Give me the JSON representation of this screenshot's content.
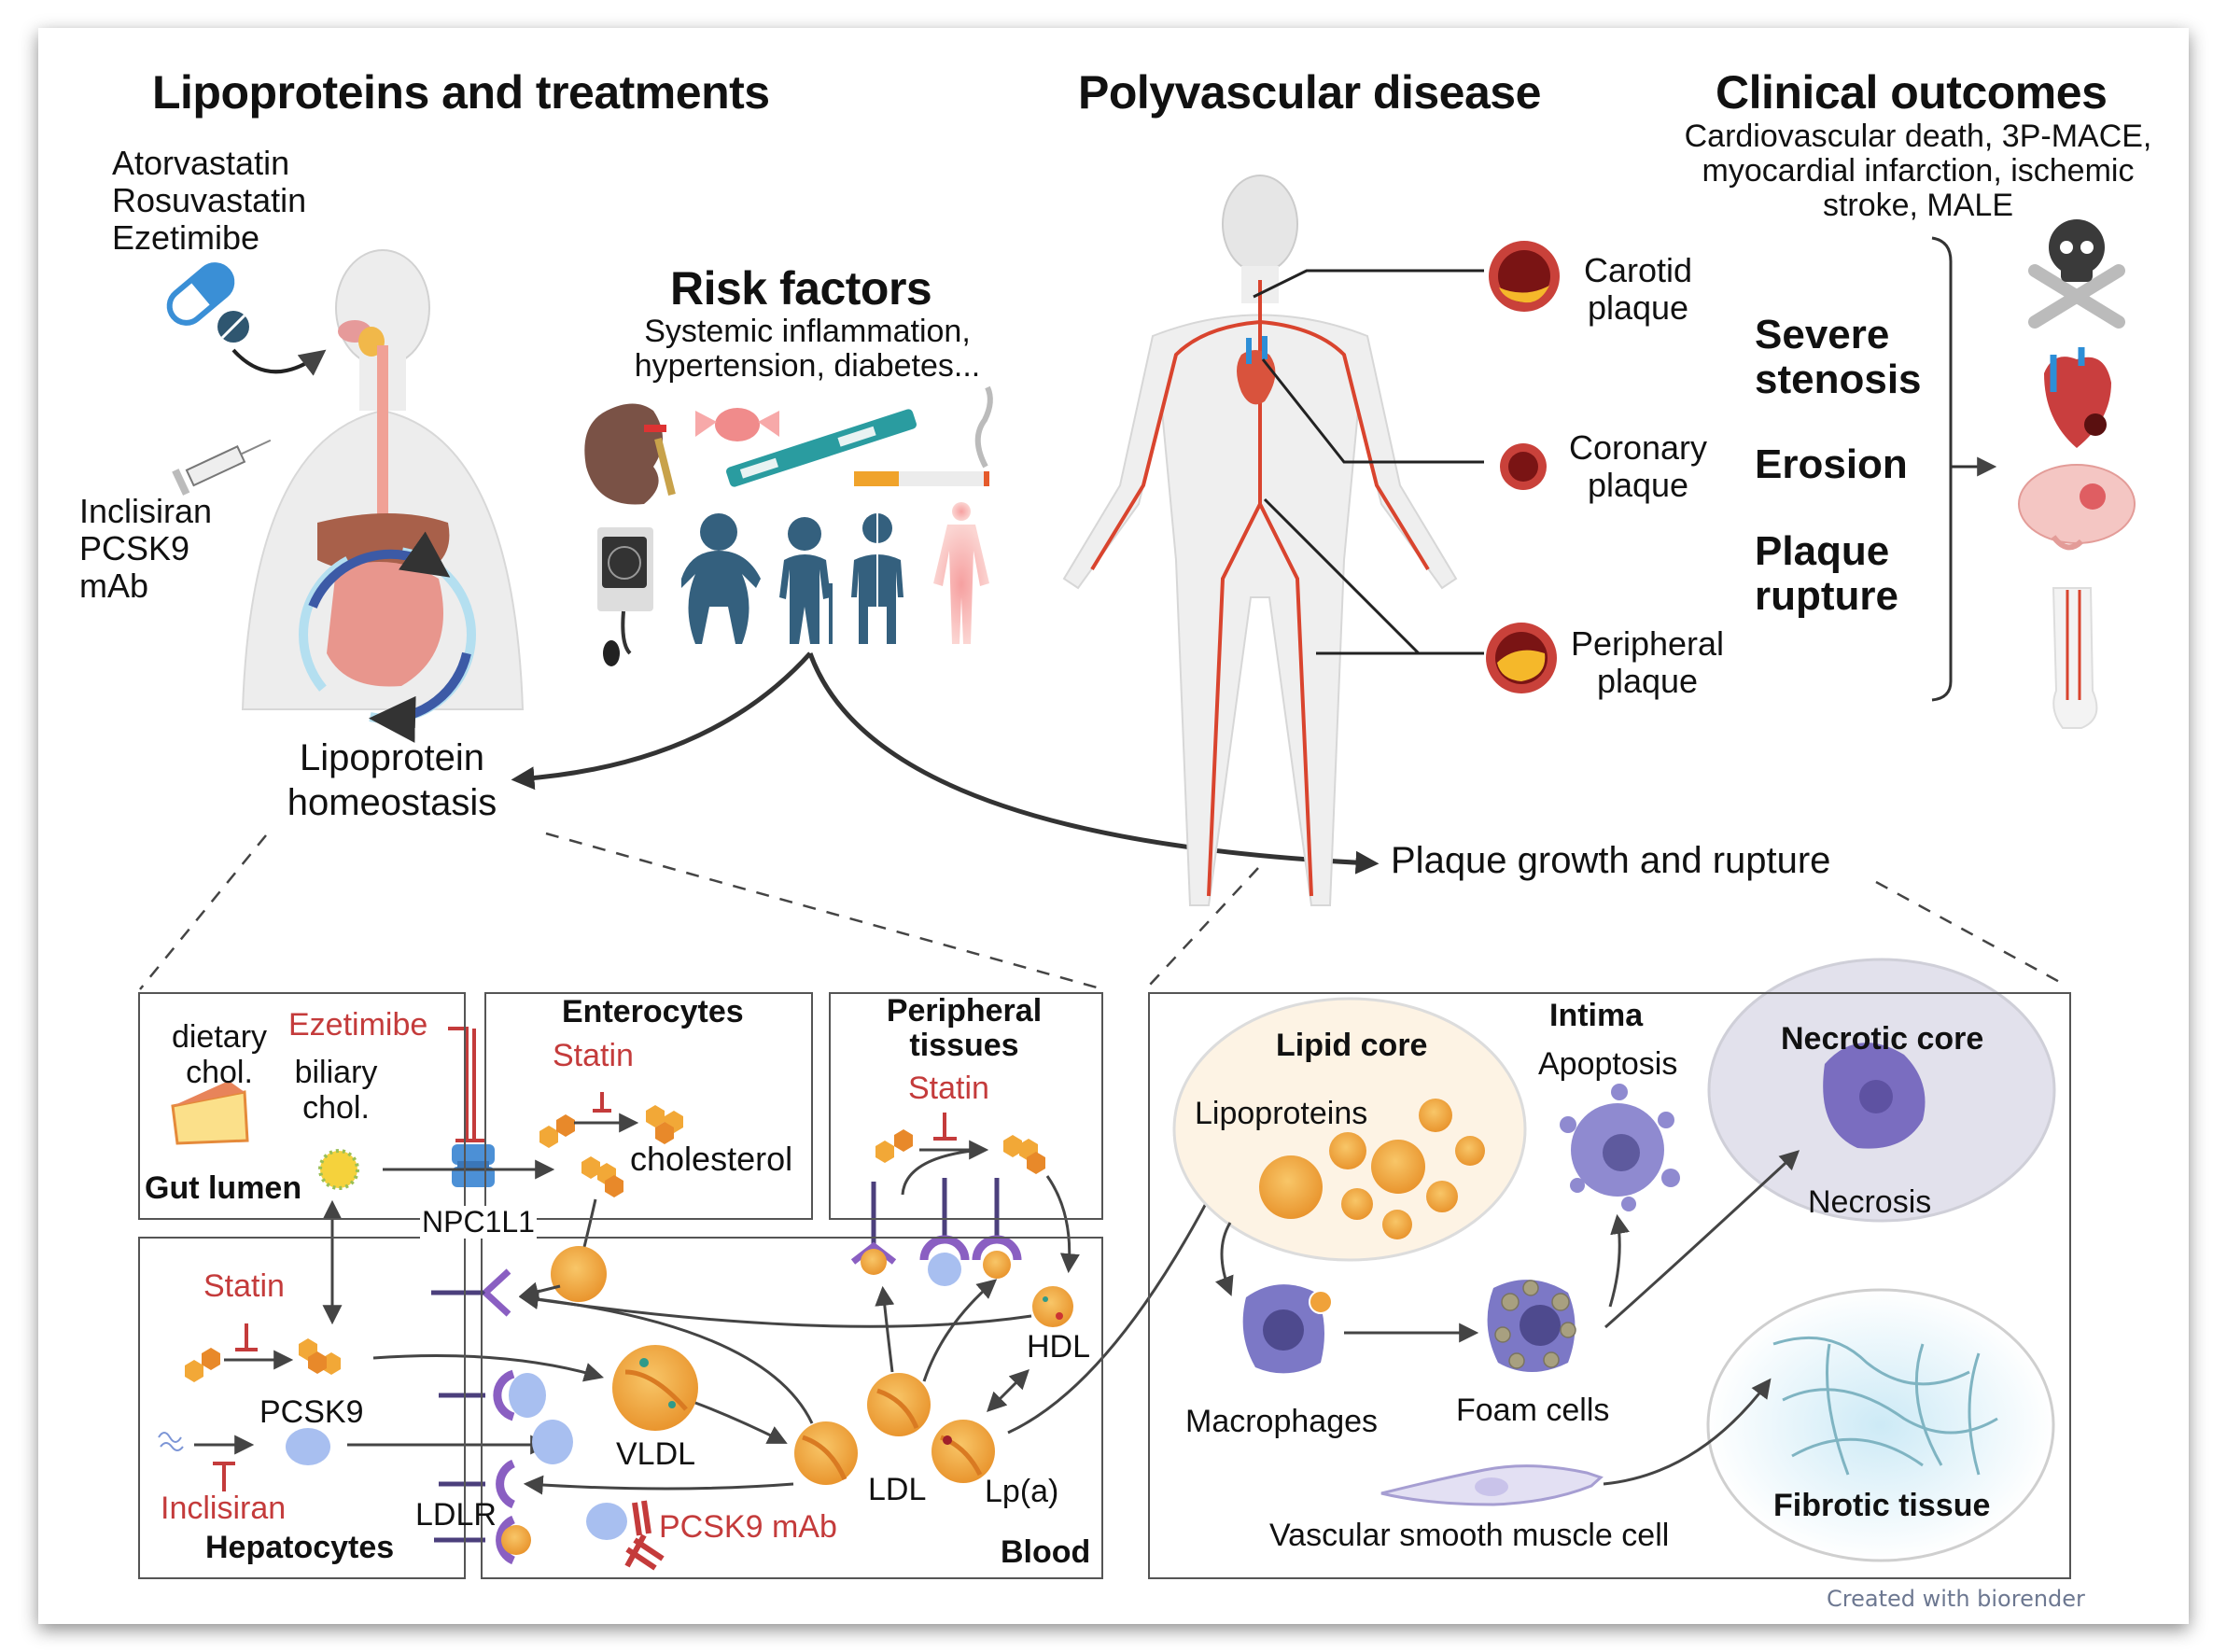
{
  "panels": {
    "lipoproteins": {
      "title": "Lipoproteins and treatments",
      "oral_drugs": [
        "Atorvastatin",
        "Rosuvastatin",
        "Ezetimibe"
      ],
      "injectables": [
        "Inclisiran",
        "PCSK9",
        "mAb"
      ]
    },
    "risk_factors": {
      "title": "Risk factors",
      "subtitle_lines": [
        "Systemic inflammation,",
        "hypertension, diabetes..."
      ],
      "icons": [
        "kidney-icon",
        "candy-icon",
        "insulin-pen-icon",
        "cigarette-icon",
        "blood-pressure-monitor-icon",
        "obese-person-icon",
        "elderly-person-icon",
        "sex-icon",
        "inflamed-body-icon"
      ]
    },
    "polyvascular": {
      "title": "Polyvascular disease",
      "plaques": [
        {
          "lines": [
            "Carotid",
            "plaque"
          ]
        },
        {
          "lines": [
            "Coronary",
            "plaque"
          ]
        },
        {
          "lines": [
            "Peripheral",
            "plaque"
          ]
        }
      ],
      "mechanisms": [
        {
          "lines": [
            "Severe",
            "stenosis"
          ]
        },
        {
          "lines": [
            "Erosion"
          ]
        },
        {
          "lines": [
            "Plaque",
            "rupture"
          ]
        }
      ]
    },
    "clinical": {
      "title": "Clinical outcomes",
      "subtitle_lines": [
        "Cardiovascular death, 3P-MACE,",
        "myocardial infarction, ischemic",
        "stroke, MALE"
      ]
    }
  },
  "flow": {
    "homeostasis_lines": [
      "Lipoprotein",
      "homeostasis"
    ],
    "plaque_growth": "Plaque growth and rupture"
  },
  "homeostasis_detail": {
    "gut_lumen": {
      "title": "Gut lumen",
      "dietary_lines": [
        "dietary",
        "chol."
      ],
      "biliary_lines": [
        "biliary",
        "chol."
      ],
      "drug": "Ezetimibe",
      "transporter": "NPC1L1"
    },
    "enterocytes": {
      "title": "Enterocytes",
      "drug": "Statin",
      "product": "cholesterol"
    },
    "peripheral": {
      "title_lines": [
        "Peripheral",
        "tissues"
      ],
      "drug": "Statin"
    },
    "hepatocytes": {
      "title": "Hepatocytes",
      "drug": "Statin",
      "protein": "PCSK9",
      "sirna": "Inclisiran"
    },
    "blood": {
      "title": "Blood",
      "receptor": "LDLR",
      "antibody": "PCSK9 mAb",
      "particles": [
        "VLDL",
        "LDL",
        "Lp(a)",
        "HDL"
      ]
    }
  },
  "plaque_detail": {
    "title": "Intima",
    "lipid_core": {
      "title": "Lipid core",
      "label": "Lipoproteins"
    },
    "apoptosis": "Apoptosis",
    "necrotic_core": {
      "title": "Necrotic core",
      "label": "Necrosis"
    },
    "macrophages": "Macrophages",
    "foam_cells": "Foam cells",
    "smc": "Vascular smooth muscle cell",
    "fibrotic": "Fibrotic tissue"
  },
  "footer": "Created with biorender",
  "colors": {
    "drug_red": "#c43b3b",
    "arrow": "#444444",
    "artery": "#d9442e",
    "person_blue": "#34607e",
    "lipoprotein_orange": "#f0a23a",
    "cell_purple": "#7c78c6",
    "receptor_purple": "#6b4fa3",
    "pcsk9_blue": "#a8bff0",
    "lipid_core_bg": "#fdf3e4",
    "necrotic_bg": "#e2e1ec",
    "footer": "#6d7891"
  }
}
